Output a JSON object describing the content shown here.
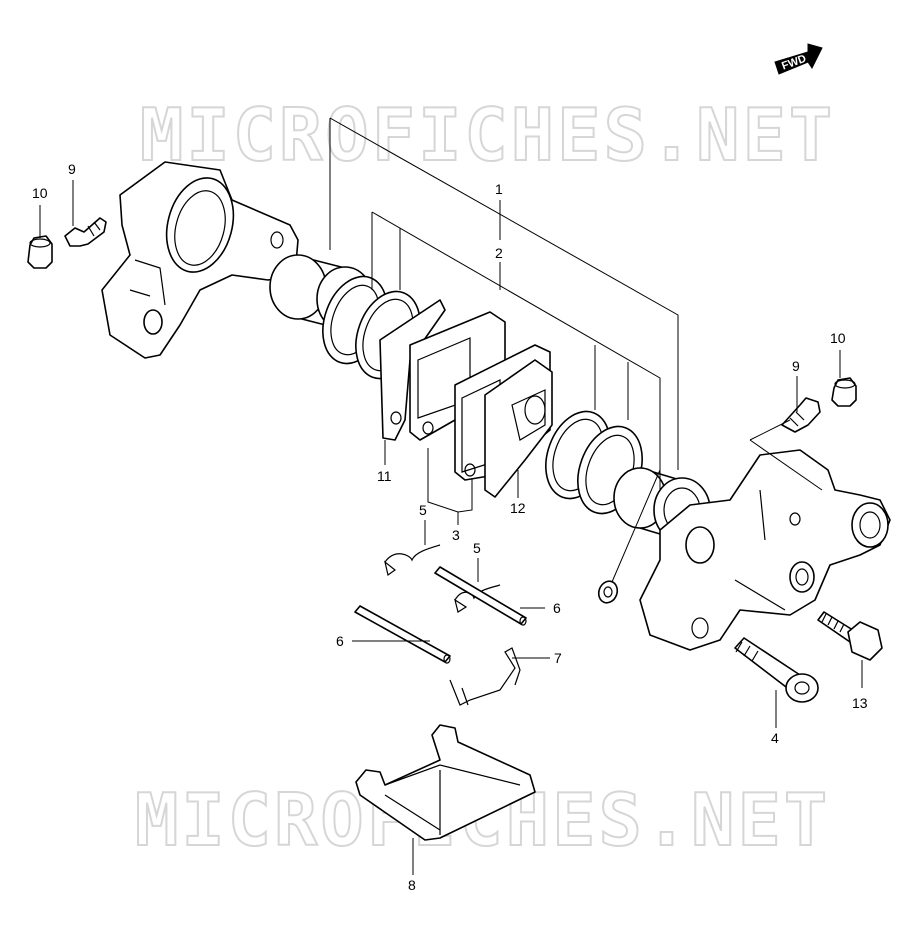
{
  "watermark": {
    "text": "MICROFICHES.NET"
  },
  "direction_badge": {
    "label": "FWD"
  },
  "callouts": {
    "bleed_cap_left": "10",
    "bleed_screw_left": "9",
    "kit_seal_upper": "1",
    "kit_seal_lower": "2",
    "shim_inner": "11",
    "pad_set": "3",
    "shim_outer": "12",
    "spring_pin_clip_left": "5",
    "spring_pin_clip_right": "5",
    "pad_pin_right": "6",
    "pad_pin_left": "6",
    "pad_spring": "7",
    "bleed_screw_right": "9",
    "bleed_cap_right": "10",
    "caliper_bolt": "13",
    "caliper_pin_bolt": "4",
    "pad_cover": "8"
  },
  "colors": {
    "ink": "#000000",
    "paper": "#ffffff",
    "watermark": "#d6d6d6"
  }
}
